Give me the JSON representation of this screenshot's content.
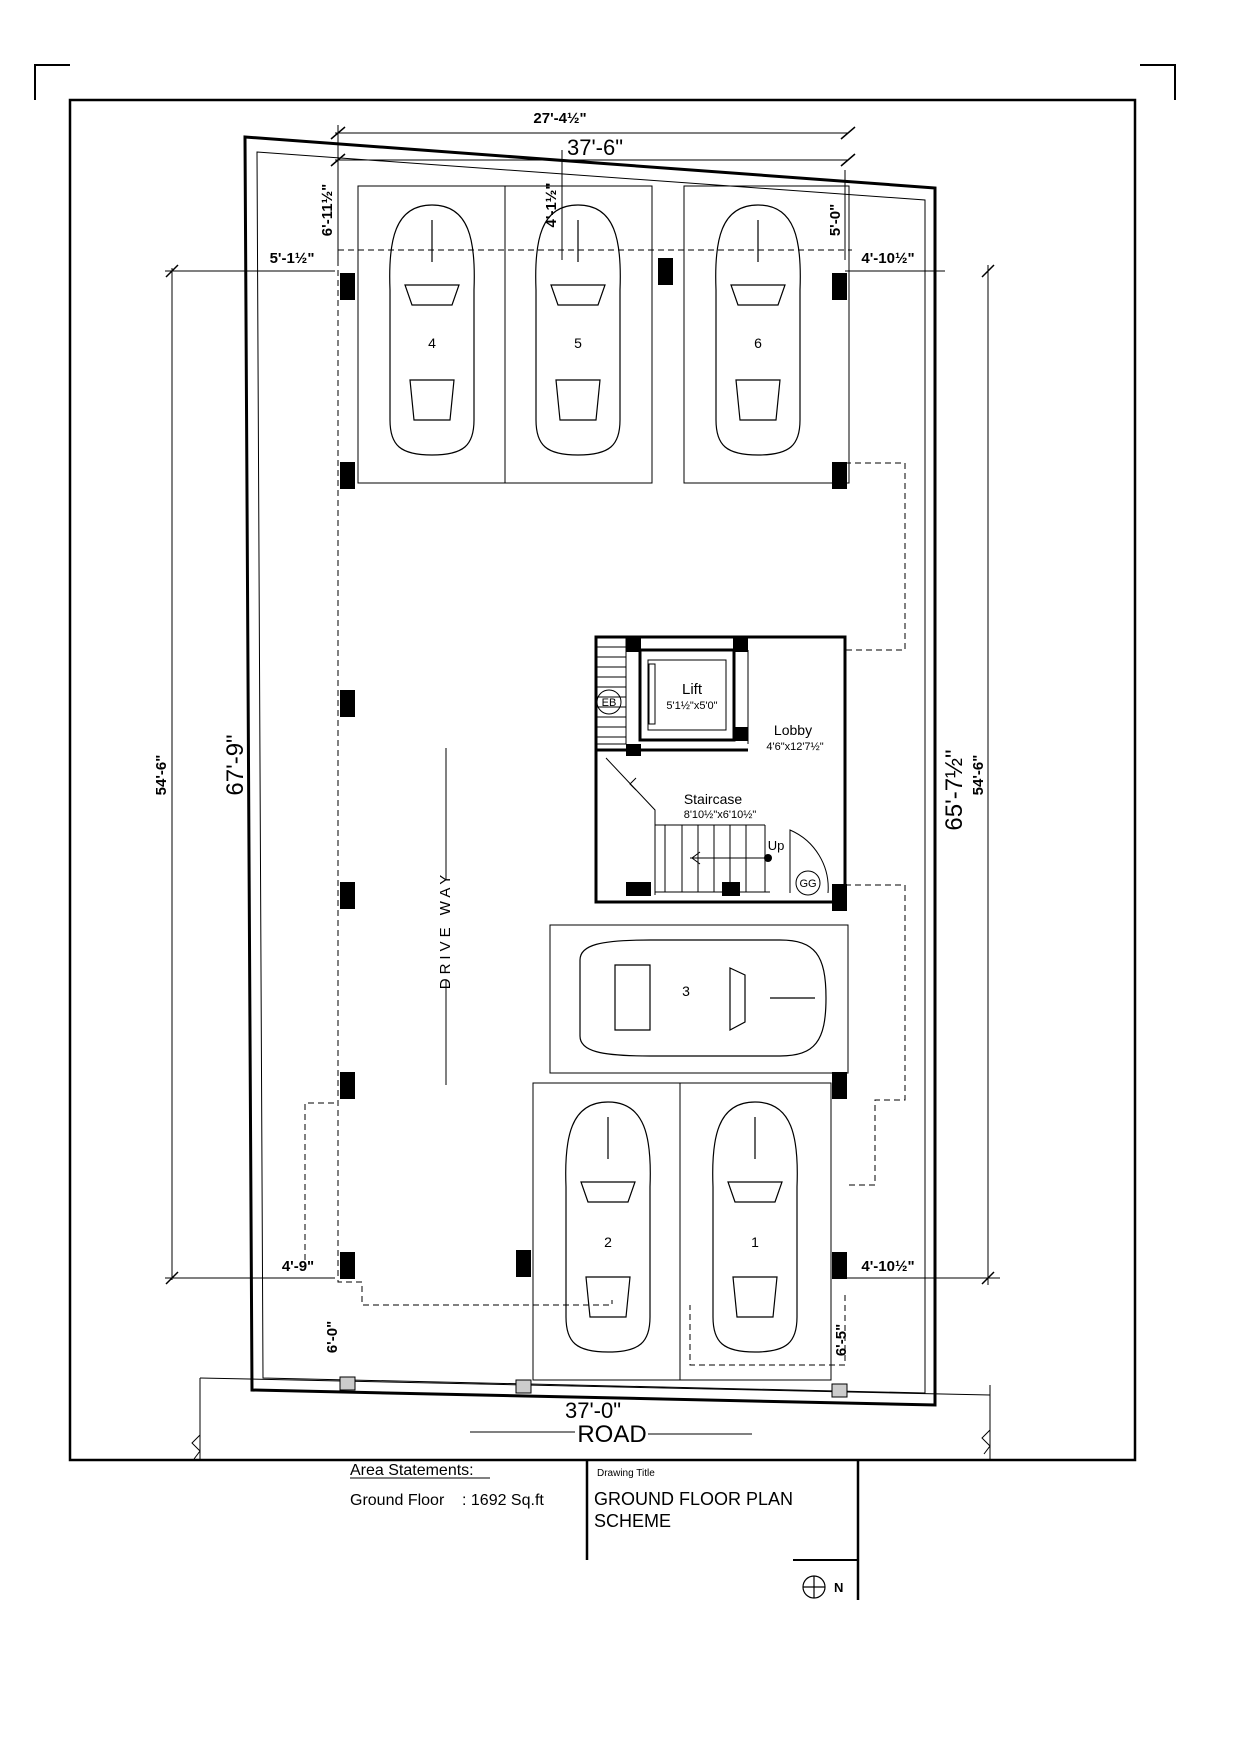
{
  "dimensions": {
    "top_inner": "27'-4½\"",
    "top_width": "37'-6\"",
    "top_left_offset": "6'-11½\"",
    "top_mid_offset": "4'-1½\"",
    "right_top_offset": "5'-0\"",
    "left_top_margin": "5'-1½\"",
    "right_top_margin": "4'-10½\"",
    "left_length_outer": "54'-6\"",
    "left_length_total": "67'-9\"",
    "right_length_total": "65'-7½\"",
    "right_length_outer": "54'-6\"",
    "left_bottom_margin": "4'-9\"",
    "right_bottom_margin": "4'-10½\"",
    "bottom_left_offset": "6'-0\"",
    "bottom_right_offset": "6'-5\"",
    "bottom_width": "37'-0\""
  },
  "parking_bays": [
    "1",
    "2",
    "3",
    "4",
    "5",
    "6"
  ],
  "rooms": {
    "lift_label": "Lift",
    "lift_size": "5'1½\"x5'0\"",
    "lobby_label": "Lobby",
    "lobby_size": "4'6\"x12'7½\"",
    "staircase_label": "Staircase",
    "staircase_size": "8'10½\"x6'10½\"",
    "stair_up": "Up",
    "eb_label": "EB",
    "gg_label": "GG"
  },
  "driveway_label": "DRIVE WAY",
  "road_label": "ROAD",
  "title_block": {
    "area_heading": "Area Statements:",
    "ground_floor_label": "Ground Floor",
    "ground_floor_area": ": 1692 Sq.ft",
    "drawing_title_caption": "Drawing Title",
    "title_line1": "GROUND FLOOR PLAN",
    "title_line2": "SCHEME",
    "north_label": "N"
  }
}
